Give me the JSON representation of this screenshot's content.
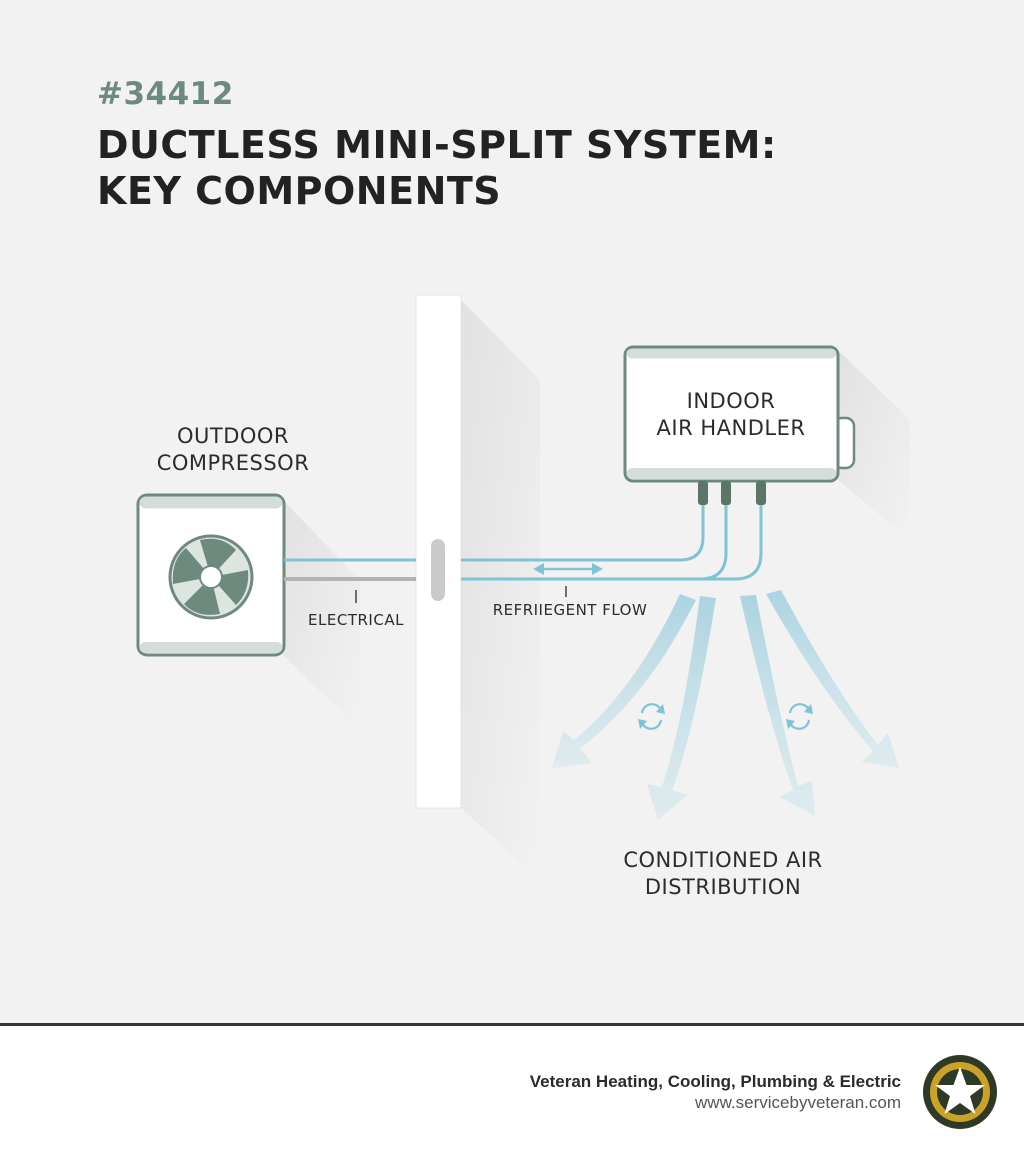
{
  "header": {
    "tag": "#34412",
    "title_line1": "DUCTLESS MINI-SPLIT SYSTEM:",
    "title_line2": "KEY COMPONENTS"
  },
  "diagram": {
    "outdoor_label_line1": "OUTDOOR",
    "outdoor_label_line2": "COMPRESSOR",
    "indoor_label_line1": "INDOOR",
    "indoor_label_line2": "AIR HANDLER",
    "electrical_label": "ELECTRICAL",
    "refrigerant_label": "REFRIIEGENT FLOW",
    "air_label_line1": "CONDITIONED AIR",
    "air_label_line2": "DISTRIBUTION"
  },
  "footer": {
    "company_name": "Veteran Heating, Cooling, Plumbing & Electric",
    "company_url": "www.servicebyveteran.com"
  },
  "colors": {
    "accent_green": "#6e8a7e",
    "pipe_blue": "#7ec3d6",
    "footer_rule": "#2f3a2e",
    "logo_gold": "#c9a227"
  },
  "icons": [
    "fan-icon",
    "refrigerant-arrow-icon",
    "circulation-icon",
    "star-logo-icon"
  ]
}
